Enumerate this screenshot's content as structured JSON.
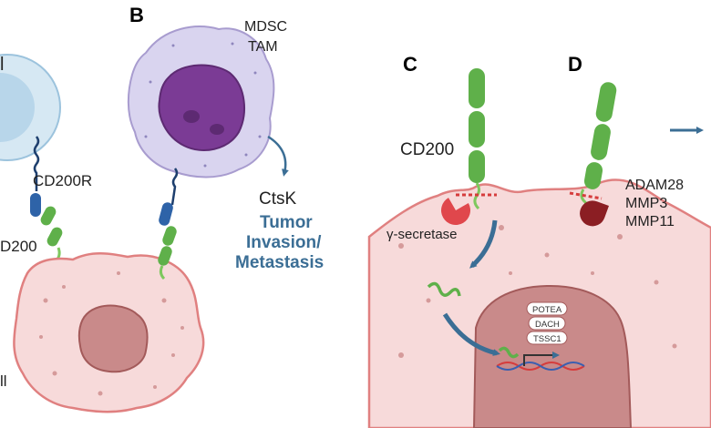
{
  "panels": {
    "b": "B",
    "c": "C",
    "d": "D"
  },
  "left_partial": {
    "top_letter": "l",
    "cd200r": "CD200R",
    "cd200": "D200",
    "bottom_text": "ll"
  },
  "panel_b": {
    "cell_line1": "MDSC",
    "cell_line2": "TAM",
    "enzyme": "CtsK",
    "outcome_line1": "Tumor",
    "outcome_line2": "Invasion/",
    "outcome_line3": "Metastasis"
  },
  "panel_c": {
    "ligand": "CD200",
    "enzyme": "γ-secretase"
  },
  "panel_d": {
    "enzyme1": "ADAM28",
    "enzyme2": "MMP3",
    "enzyme3": "MMP11"
  },
  "nucleus_genes": [
    "POTEA",
    "DACH",
    "TSSC1"
  ],
  "colors": {
    "tumor_cell_fill": "#f7dada",
    "tumor_cell_edge": "#e08080",
    "nucleus_fill": "#c98a8a",
    "nucleus_edge": "#a35a5a",
    "cd200_green": "#5fb04a",
    "cd200r_blue": "#2e63a8",
    "myeloid_cytoplasm": "#d9d4ef",
    "myeloid_nucleus": "#7b3b95",
    "arrow_blue": "#3b6e95",
    "gamma_secretase": "#e0474c",
    "metalloprotease": "#8b1e23"
  }
}
